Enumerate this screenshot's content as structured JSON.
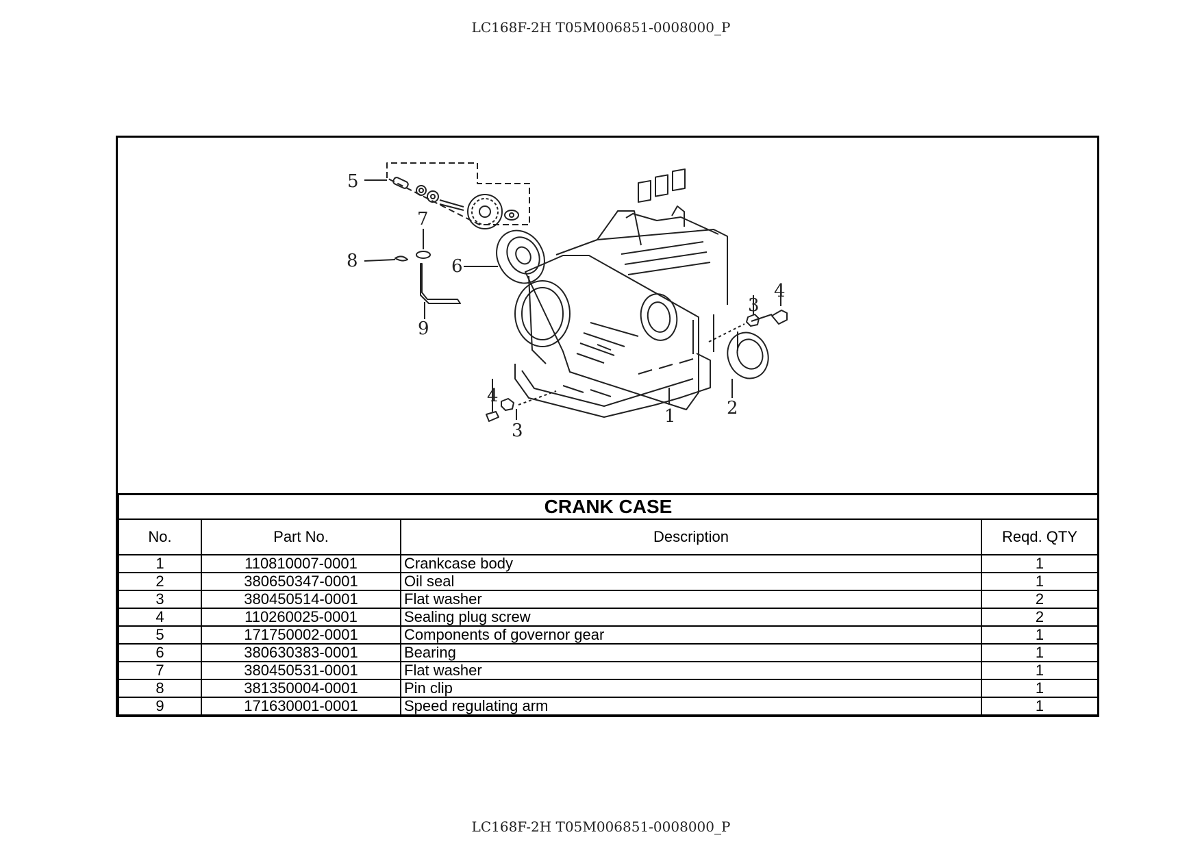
{
  "header": {
    "doc_code": "LC168F-2H T05M006851-0008000_P"
  },
  "footer": {
    "doc_code": "LC168F-2H T05M006851-0008000_P"
  },
  "diagram": {
    "callouts": [
      "5",
      "7",
      "8",
      "6",
      "9",
      "3",
      "4",
      "1",
      "2",
      "4",
      "3"
    ]
  },
  "table": {
    "title": "CRANK CASE",
    "columns": [
      "No.",
      "Part No.",
      "Description",
      "Reqd. QTY"
    ],
    "rows": [
      {
        "no": "1",
        "part_no": "110810007-0001",
        "description": "Crankcase body",
        "qty": "1"
      },
      {
        "no": "2",
        "part_no": "380650347-0001",
        "description": "Oil seal",
        "qty": "1"
      },
      {
        "no": "3",
        "part_no": "380450514-0001",
        "description": "Flat washer",
        "qty": "2"
      },
      {
        "no": "4",
        "part_no": "110260025-0001",
        "description": "Sealing plug screw",
        "qty": "2"
      },
      {
        "no": "5",
        "part_no": "171750002-0001",
        "description": "Components of governor gear",
        "qty": "1"
      },
      {
        "no": "6",
        "part_no": "380630383-0001",
        "description": "Bearing",
        "qty": "1"
      },
      {
        "no": "7",
        "part_no": "380450531-0001",
        "description": "Flat washer",
        "qty": "1"
      },
      {
        "no": "8",
        "part_no": "381350004-0001",
        "description": "Pin clip",
        "qty": "1"
      },
      {
        "no": "9",
        "part_no": "171630001-0001",
        "description": "Speed regulating arm",
        "qty": "1"
      }
    ]
  }
}
